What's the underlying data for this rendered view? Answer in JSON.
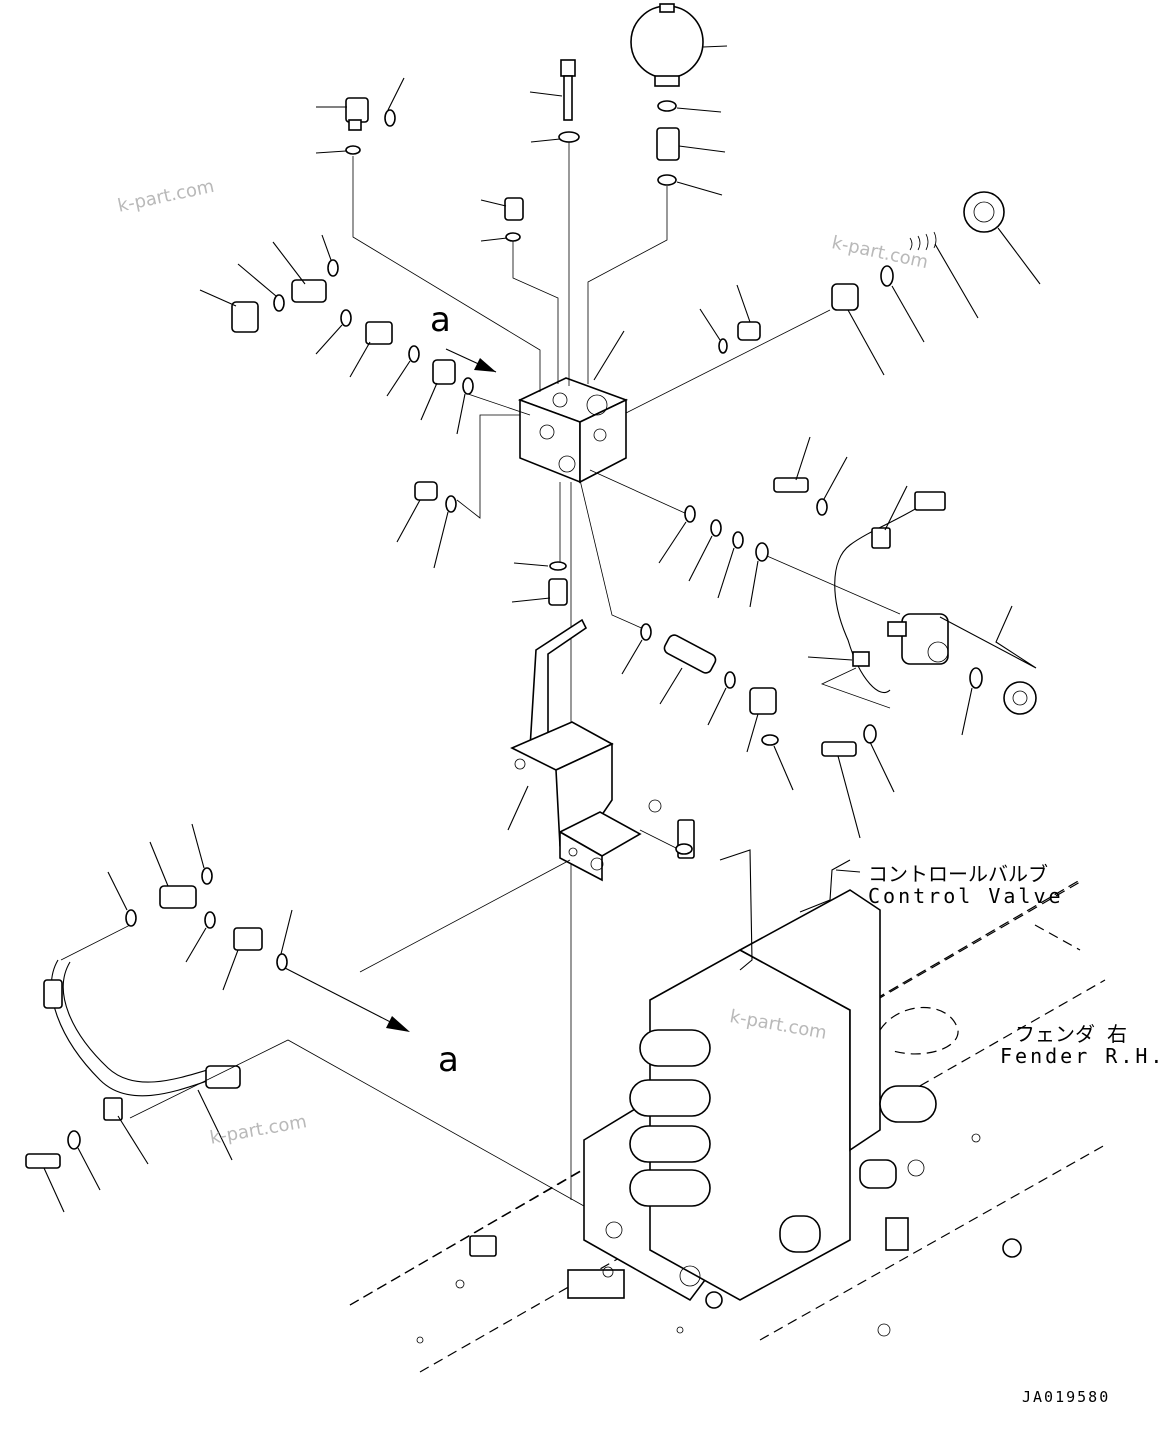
{
  "labels": {
    "control_valve_jp": "コントロールバルブ",
    "control_valve_en": "Control Valve",
    "fender_jp": "フェンダ 右",
    "fender_en": "Fender R.H."
  },
  "callouts": {
    "top": "a",
    "bottom": "a"
  },
  "watermarks": {
    "top_left": "k-part.com",
    "top_right": "k-part.com",
    "bottom_left": "k-part.com",
    "bottom_center": "k-part.com"
  },
  "drawing_number": "JA019580"
}
